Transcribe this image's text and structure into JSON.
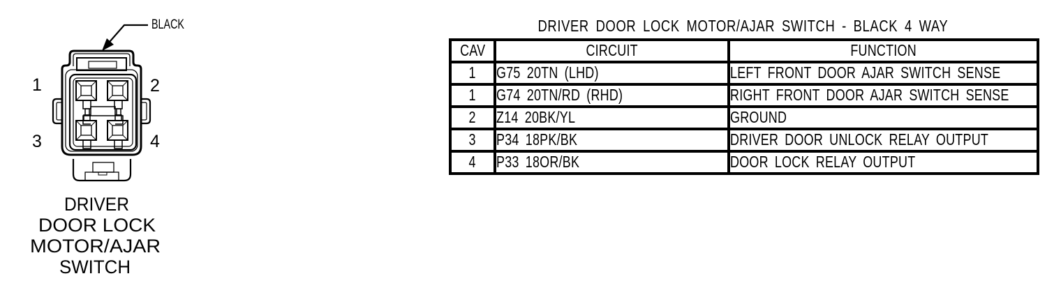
{
  "figure": {
    "connector_color_label": "BLACK",
    "pins": [
      "1",
      "2",
      "3",
      "4"
    ],
    "caption_lines": [
      "DRIVER",
      "DOOR LOCK",
      "MOTOR/AJAR",
      "SWITCH"
    ]
  },
  "table": {
    "title": "DRIVER DOOR LOCK MOTOR/AJAR SWITCH - BLACK 4 WAY",
    "headers": [
      "CAV",
      "CIRCUIT",
      "FUNCTION"
    ],
    "rows": [
      {
        "cav": "1",
        "circuit": "G75 20TN (LHD)",
        "function": "LEFT FRONT DOOR AJAR SWITCH SENSE"
      },
      {
        "cav": "1",
        "circuit": "G74 20TN/RD (RHD)",
        "function": "RIGHT FRONT DOOR AJAR SWITCH SENSE"
      },
      {
        "cav": "2",
        "circuit": "Z14 20BK/YL",
        "function": "GROUND"
      },
      {
        "cav": "3",
        "circuit": "P34 18PK/BK",
        "function": "DRIVER DOOR UNLOCK RELAY OUTPUT"
      },
      {
        "cav": "4",
        "circuit": "P33 18OR/BK",
        "function": "DOOR LOCK RELAY OUTPUT"
      }
    ]
  },
  "colors": {
    "ink": "#000000",
    "paper": "#ffffff"
  }
}
